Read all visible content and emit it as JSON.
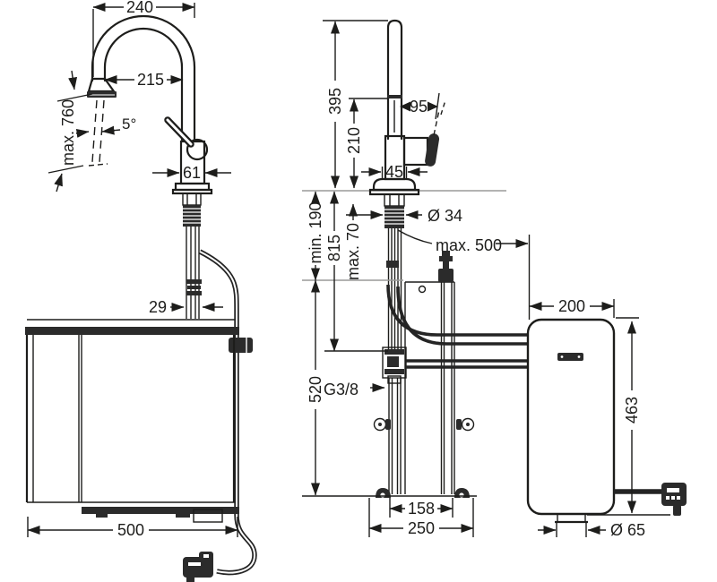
{
  "document": {
    "type": "technical-dimension-drawing",
    "subject": "kitchen mixer tap with under-sink filter tank, front and side installation views",
    "line_color": "#1d1d1b",
    "background": "#ffffff"
  },
  "front_view": {
    "spout_reach": "240",
    "spout_inner_reach": "215",
    "max_hose_pullout": "max. 760",
    "spray_angle": "5°",
    "body_width": "61",
    "shank_width": "29",
    "cabinet_width": "500"
  },
  "side_view": {
    "total_height": "395",
    "outlet_height": "210",
    "handle_depth": "95",
    "base_depth": "45",
    "hole_diameter": "Ø 34",
    "min_clearance": "min. 190",
    "hose_length": "815",
    "max_counter_thickness": "max. 70",
    "max_hose_reach": "max. 500",
    "connection_thread": "G3/8",
    "frame_height": "520",
    "frame_foot_spacing": "158",
    "frame_base_width": "250"
  },
  "tank": {
    "width": "200",
    "height": "463",
    "foot_diameter": "Ø 65"
  }
}
